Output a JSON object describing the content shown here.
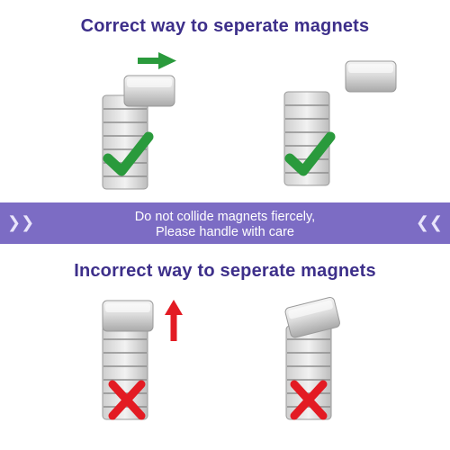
{
  "headings": {
    "correct": "Correct way to seperate magnets",
    "incorrect": "Incorrect way to seperate magnets"
  },
  "banner": {
    "line1": "Do not collide magnets fiercely,",
    "line2": "Please handle with care",
    "left_icon": "double-chevron-right-icon",
    "right_icon": "double-chevron-left-icon",
    "color": "#7c6cc4"
  },
  "colors": {
    "heading": "#3d2f8a",
    "check": "#2a9a3c",
    "arrow_green": "#2a9a3c",
    "arrow_red": "#e31b23",
    "cross": "#e31b23"
  },
  "icons": [
    "check-mark-icon",
    "cross-mark-icon",
    "right-arrow-icon",
    "up-arrow-icon",
    "magnet-stack-icon"
  ]
}
